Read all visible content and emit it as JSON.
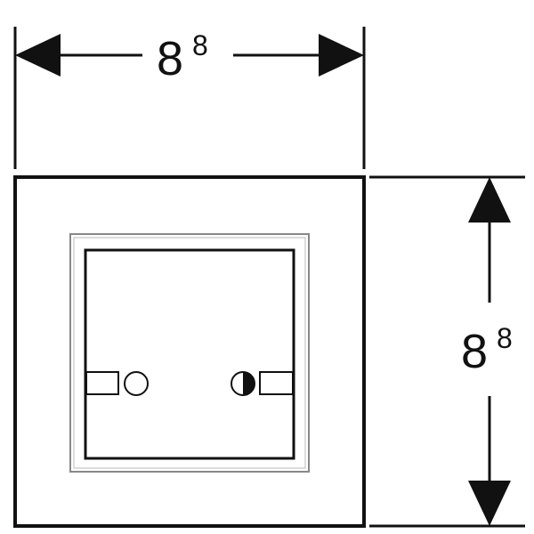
{
  "dimensions": {
    "width": {
      "value": "8",
      "superscript": "8"
    },
    "height": {
      "value": "8",
      "superscript": "8"
    }
  },
  "colors": {
    "stroke": "#111111",
    "frame": "#888888",
    "background": "#ffffff"
  }
}
